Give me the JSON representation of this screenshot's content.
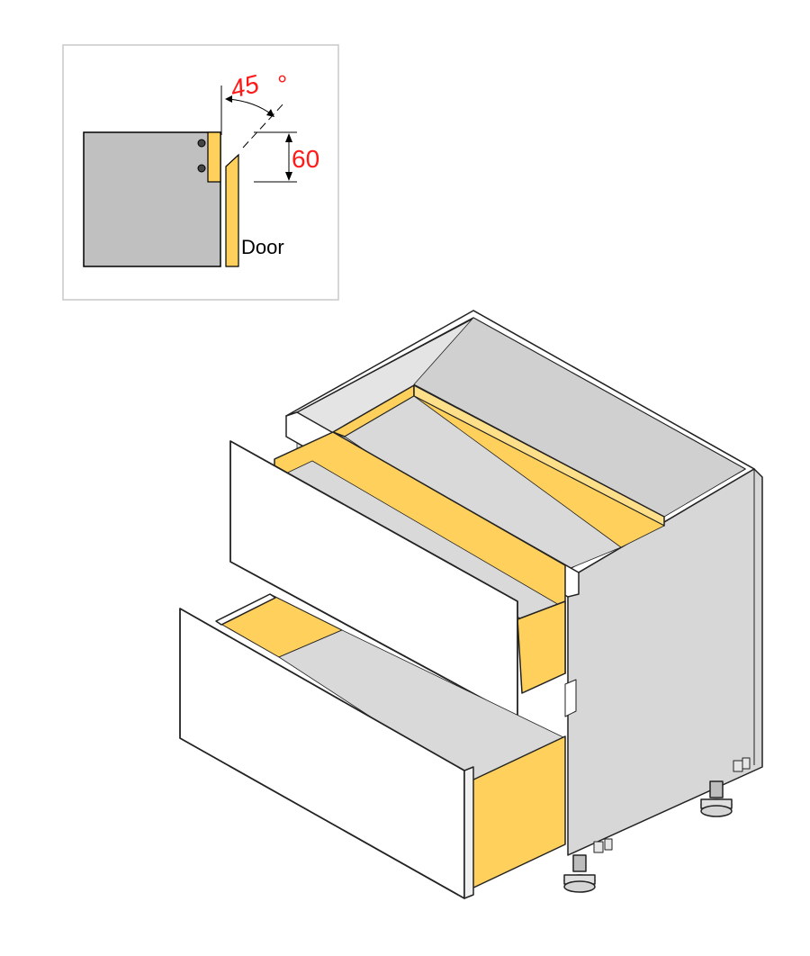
{
  "detail": {
    "angle_value": "45",
    "angle_unit": "°",
    "gap_value": "60",
    "door_label": "Door"
  },
  "colors": {
    "carcass_panel": "#c0c0c0",
    "wood_edge": "#ffd15c",
    "drawer_inner": "#ffe08a",
    "drawer_floor": "#d9d9d9",
    "white_face": "#ffffff",
    "dimension_red": "#ff1a1a"
  },
  "icons": [
    "cabinet-illustration",
    "handleless-profile-detail"
  ]
}
